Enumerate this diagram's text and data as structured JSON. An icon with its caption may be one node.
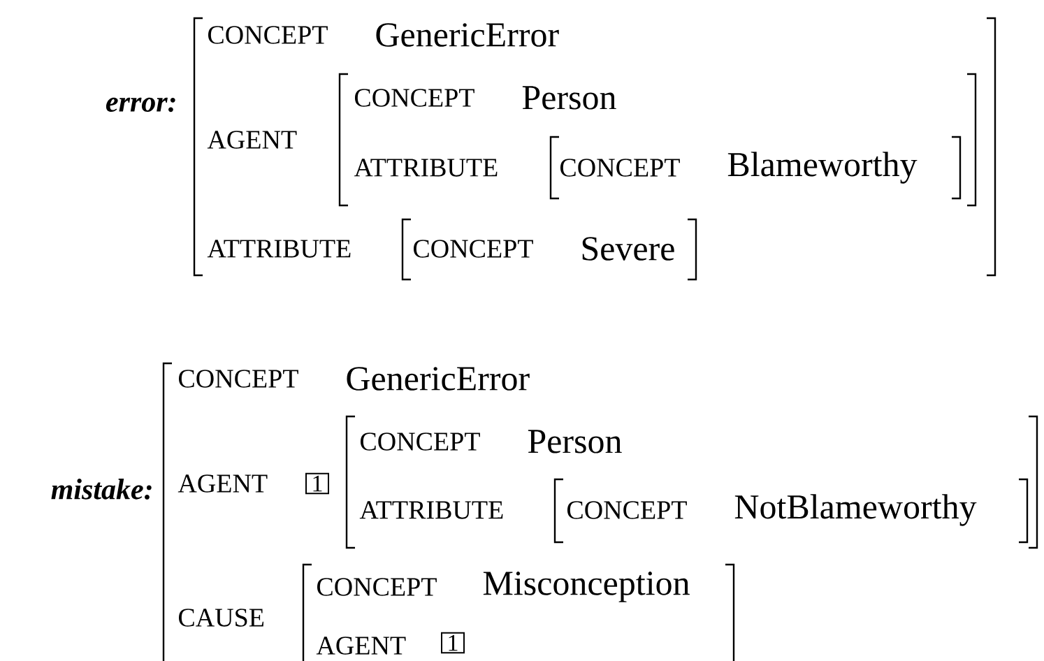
{
  "diagram": {
    "labels": [
      "error:",
      "CONCEPT",
      "GenericError",
      "AGENT",
      "CONCEPT",
      "Person",
      "ATTRIBUTE",
      "CONCEPT",
      "Blameworthy",
      "ATTRIBUTE",
      "CONCEPT",
      "Severe",
      "mistake:",
      "CONCEPT",
      "GenericError",
      "AGENT",
      "1",
      "CONCEPT",
      "Person",
      "ATTRIBUTE",
      "CONCEPT",
      "NotBlameworthy",
      "CAUSE",
      "CONCEPT",
      "Misconception",
      "AGENT",
      "1"
    ]
  }
}
